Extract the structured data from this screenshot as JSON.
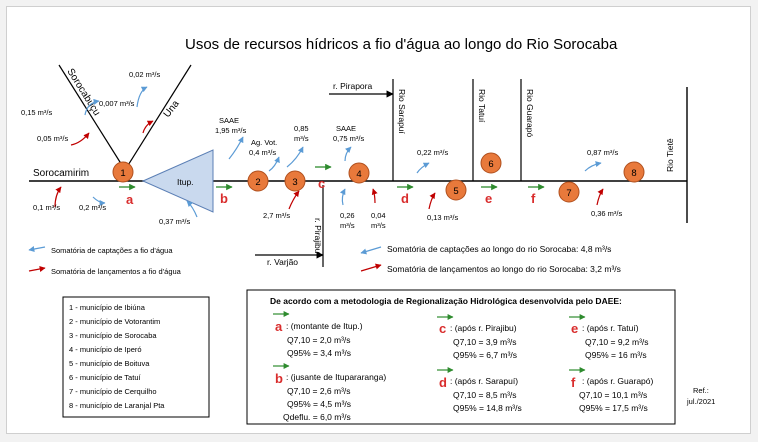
{
  "title": "Usos de recursos hídricos a fio d'água ao longo do Rio Sorocaba",
  "colors": {
    "capture_arrow": "#5b9bd5",
    "discharge_arrow": "#c00000",
    "flow_arrow": "#2e8b2e",
    "circle_fill": "#e8793b",
    "dam_fill": "#c9d9ee",
    "letter": "#d92d2d"
  },
  "rivers": {
    "sorocabucu": "Sorocabuçu",
    "una": "Una",
    "sorocamirim": "Sorocamirim",
    "pirapora": "r. Pirapora",
    "pirajibu": "r. Pirajibu",
    "varjao": "r. Varjão",
    "sarapui": "Rio Sarapuí",
    "tatui": "Rio Tatuí",
    "guarapo": "Rio Guarapó",
    "tiete": "Rio Tietê"
  },
  "dam_label": "Itup.",
  "circles": [
    "1",
    "2",
    "3",
    "4",
    "5",
    "6",
    "7",
    "8"
  ],
  "flow_letters": [
    "a",
    "b",
    "c",
    "d",
    "e",
    "f"
  ],
  "values": {
    "v002": "0,02 m³/s",
    "v015": "0,15 m³/s",
    "v0007": "0,007 m³/s",
    "v005": "0,05 m³/s",
    "v01": "0,1 m³/s",
    "v02": "0,2 m³/s",
    "v037": "0,37 m³/s",
    "saae1_a": "SAAE",
    "saae1_b": "1,95 m³/s",
    "agvot_a": "Ag. Vot.",
    "agvot_b": "0,4 m³/s",
    "v085_a": "0,85",
    "v085_b": "m³/s",
    "saae2_a": "SAAE",
    "saae2_b": "0,75 m³/s",
    "v27": "2,7 m³/s",
    "v026_a": "0,26",
    "v026_b": "m³/s",
    "v004_a": "0,04",
    "v004_b": "m³/s",
    "v022": "0,22 m³/s",
    "v013": "0,13 m³/s",
    "v087": "0,87 m³/s",
    "v036": "0,36 m³/s"
  },
  "legend": {
    "capture": "Somatória de captações a fio d'água",
    "discharge": "Somatória de lançamentos a fio d'água",
    "total_capture": "Somatória de captações ao longo do rio Sorocaba: 4,8 m³/s",
    "total_discharge": "Somatória de lançamentos ao longo do rio Sorocaba: 3,2 m³/s"
  },
  "municipalities": [
    "1 - município de Ibiúna",
    "2 - município de Votorantim",
    "3 - município de Sorocaba",
    "4 - município de Iperó",
    "5 - município de Boituva",
    "6 - município de Tatuí",
    "7 - município de Cerquilho",
    "8 - município de Laranjal Pta"
  ],
  "method": {
    "heading": "De acordo com a metodologia de Regionalização Hidrológica desenvolvida pelo DAEE:",
    "a": {
      "letter": "a",
      "label": ": (montante de Itup.)",
      "l1": "Q7,10 = 2,0 m³/s",
      "l2": "Q95% = 3,4 m³/s"
    },
    "b": {
      "letter": "b",
      "label": ": (jusante de Itupararanga)",
      "l1": "Q7,10 =  2,6 m³/s",
      "l2": "Q95% = 4,5 m³/s",
      "l3": "Qdeflu. = 6,0 m³/s"
    },
    "c": {
      "letter": "c",
      "label": ": (após r. Pirajibu)",
      "l1": "Q7,10 = 3,9 m³/s",
      "l2": "Q95% = 6,7 m³/s"
    },
    "d": {
      "letter": "d",
      "label": ": (após r. Sarapuí)",
      "l1": "Q7,10 = 8,5 m³/s",
      "l2": "Q95% = 14,8 m³/s"
    },
    "e": {
      "letter": "e",
      "label": ": (após r. Tatuí)",
      "l1": "Q7,10 = 9,2 m³/s",
      "l2": "Q95% = 16 m³/s"
    },
    "f": {
      "letter": "f",
      "label": ": (após r. Guarapó)",
      "l1": "Q7,10 = 10,1 m³/s",
      "l2": "Q95% = 17,5 m³/s"
    }
  },
  "ref": {
    "l1": "Ref.:",
    "l2": "jul./2021"
  }
}
